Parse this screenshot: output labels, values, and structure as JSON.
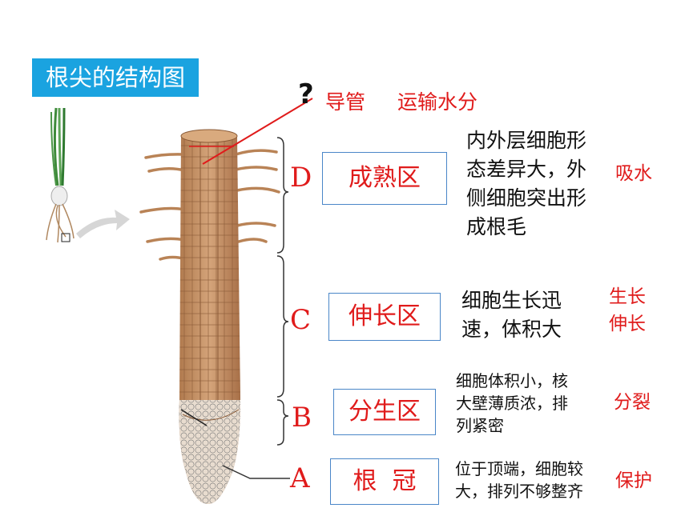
{
  "title": "根尖的结构图",
  "question_mark": "?",
  "vessel": {
    "name": "导管",
    "function": "运输水分"
  },
  "zones": [
    {
      "letter": "D",
      "name": "成熟区",
      "desc_lines": [
        "内外层细胞形",
        "态差异大，外",
        "侧细胞突出形",
        "成根毛"
      ],
      "function_lines": [
        "吸水"
      ]
    },
    {
      "letter": "C",
      "name": "伸长区",
      "desc_lines": [
        "细胞生长迅",
        "速，体积大"
      ],
      "function_lines": [
        "生长",
        "伸长"
      ]
    },
    {
      "letter": "B",
      "name": "分生区",
      "desc_lines": [
        "细胞体积小，核",
        "大壁薄质浓，排",
        "列紧密"
      ],
      "function_lines": [
        "分裂"
      ]
    },
    {
      "letter": "A",
      "name": "根  冠",
      "desc_lines": [
        "位于顶端，细胞较",
        "大，排列不够整齐"
      ],
      "function_lines": [
        "保护"
      ]
    }
  ],
  "colors": {
    "accent_red": "#e01b1b",
    "title_bg": "#1aa3e0",
    "box_border": "#4a86c8",
    "root_brown": "#c8956a"
  },
  "icons": [
    "seedling-illustration",
    "arrow-icon",
    "root-tip-illustration"
  ]
}
